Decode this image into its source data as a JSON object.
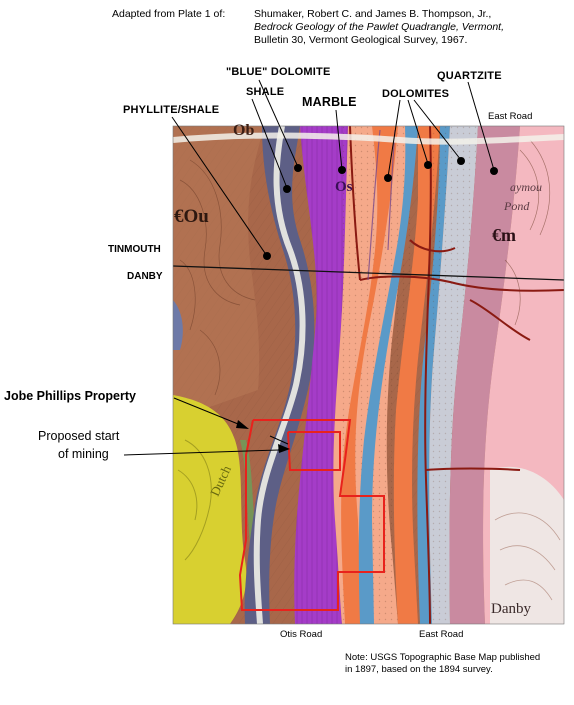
{
  "citation": {
    "lead": "Adapted from Plate 1 of:",
    "authors": "Shumaker, Robert C. and James B. Thompson, Jr.,",
    "title": "Bedrock Geology of the Pawlet Quadrangle, Vermont,",
    "series": "Bulletin 30, Vermont Geological Survey, 1967."
  },
  "rock_labels": {
    "blue_dolomite": "\"BLUE\" DOLOMITE",
    "quartzite": "QUARTZITE",
    "shale": "SHALE",
    "marble": "MARBLE",
    "dolomites": "DOLOMITES",
    "phyllite_shale": "PHYLLITE/SHALE"
  },
  "roads": {
    "east_road_top": "East Road",
    "otis_road": "Otis Road",
    "east_road_bottom": "East Road"
  },
  "towns": {
    "tinmouth": "TINMOUTH",
    "danby": "DANBY"
  },
  "annotations": {
    "property": "Jobe Phillips Property",
    "mining_line1": "Proposed start",
    "mining_line2": "of mining"
  },
  "map_symbols": {
    "ob": "Ob",
    "sou": "€Ou",
    "os": "Os",
    "em": "€m",
    "dutch": "Dutch",
    "danby_map": "Danby",
    "pond": "Pond",
    "raymond": "aymou"
  },
  "note": {
    "line1": "Note:  USGS Topographic Base Map published",
    "line2": "in 1897, based on the 1894 survey."
  },
  "colors": {
    "phyllite": "#a8674a",
    "shale_grey": "#5d5f86",
    "marble": "#a53cc8",
    "dolomite_orange": "#f07a45",
    "dolomite_pale": "#f5a98a",
    "blue_dolomite": "#5a9ac8",
    "quartzite_pink": "#f4b8c0",
    "mauve": "#c98aa0",
    "yellow": "#d8d030",
    "boundary_red": "#e8221c"
  }
}
